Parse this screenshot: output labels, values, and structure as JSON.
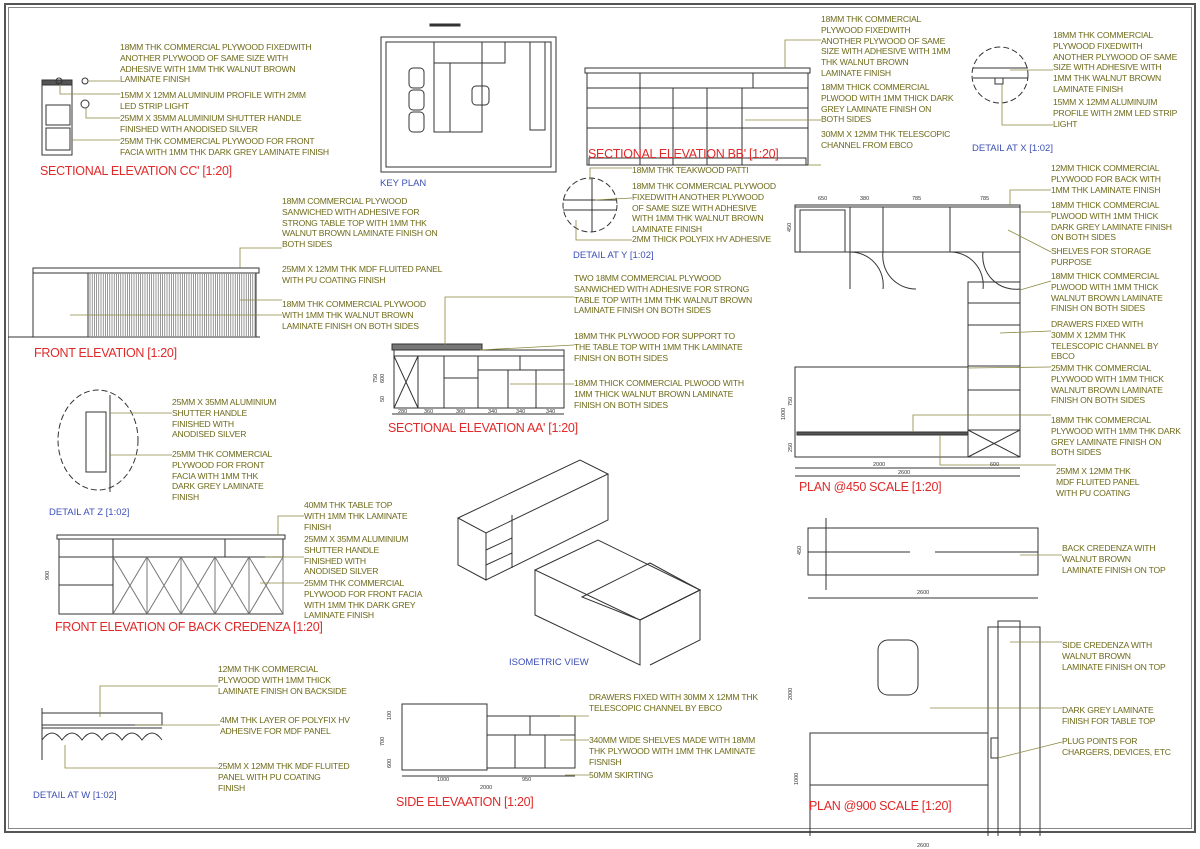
{
  "colors": {
    "note": "#6e6a1a",
    "title": "#e02a2a",
    "detail_title": "#3c4fb5",
    "line": "#333333"
  },
  "titles": {
    "cc": "SECTIONAL ELEVATION CC' [1:20]",
    "key": "KEY PLAN",
    "front": "FRONT ELEVATION [1:20]",
    "bb": "SECTIONAL ELEVATION BB' [1:20]",
    "detail_x": "DETAIL AT X [1:02]",
    "detail_y": "DETAIL AT Y [1:02]",
    "aa": "SECTIONAL ELEVATION AA' [1:20]",
    "plan450": "PLAN @450 SCALE [1:20]",
    "detail_z": "DETAIL AT Z [1:02]",
    "back_credenza": "FRONT ELEVATION OF BACK CREDENZA [1:20]",
    "iso": "ISOMETRIC VIEW",
    "detail_w": "DETAIL AT W [1:02]",
    "side": "SIDE ELEVAATION [1:20]",
    "plan900": "PLAN @900 SCALE [1:20]"
  },
  "notes": [
    "18MM THK COMMERCIAL PLYWOOD FIXEDWITH\nANOTHER PLYWOOD OF SAME SIZE WITH\nADHESIVE WITH 1MM THK WALNUT BROWN\nLAMINATE FINISH",
    "15MM X 12MM ALUMINUIM PROFILE WITH 2MM\nLED STRIP LIGHT",
    "25MM X 35MM ALUMINIUM SHUTTER HANDLE\nFINISHED WITH ANODISED SILVER",
    "25MM THK COMMERCIAL PLYWOOD FOR FRONT\nFACIA WITH 1MM THK DARK GREY LAMINATE FINISH",
    "18MM COMMERCIAL PLYWOOD\nSANWICHED WITH ADHESIVE FOR\nSTRONG TABLE TOP WITH 1MM THK\nWALNUT BROWN LAMINATE FINISH ON\nBOTH SIDES",
    "25MM X 12MM THK MDF FLUITED PANEL\nWITH PU COATING FINISH",
    "18MM THK COMMERCIAL PLYWOOD\nWITH 1MM THK WALNUT BROWN\nLAMINATE FINISH ON BOTH SIDES",
    "18MM THK COMMERCIAL\nPLYWOOD FIXEDWITH\nANOTHER PLYWOOD OF SAME\nSIZE WITH ADHESIVE WITH 1MM\nTHK WALNUT BROWN\nLAMINATE FINISH",
    "18MM THICK COMMERCIAL\nPLWOOD WITH 1MM THICK DARK\nGREY LAMINATE FINISH ON\nBOTH SIDES",
    "30MM X 12MM THK TELESCOPIC\nCHANNEL FROM EBCO",
    "18MM THK COMMERCIAL\nPLYWOOD FIXEDWITH\nANOTHER PLYWOOD OF SAME\nSIZE WITH ADHESIVE WITH\n1MM THK WALNUT BROWN\nLAMINATE FINISH",
    "15MM X 12MM ALUMINUIM\nPROFILE WITH 2MM LED STRIP\nLIGHT",
    "18MM THK TEAKWOOD PATTI",
    "18MM THK COMMERCIAL PLYWOOD\nFIXEDWITH ANOTHER PLYWOOD\nOF SAME SIZE WITH ADHESIVE\nWITH 1MM THK WALNUT BROWN\nLAMINATE FINISH",
    "2MM THICK POLYFIX HV ADHESIVE",
    "TWO 18MM COMMERCIAL PLYWOOD\nSANWICHED WITH ADHESIVE FOR STRONG\nTABLE TOP WITH 1MM THK WALNUT BROWN\nLAMINATE FINISH ON BOTH SIDES",
    "18MM THK PLYWOOD FOR SUPPORT TO\nTHE TABLE TOP WITH 1MM THK LAMINATE\nFINISH ON BOTH SIDES",
    "18MM THICK COMMERCIAL PLWOOD WITH\n1MM THICK WALNUT BROWN LAMINATE\nFINISH ON BOTH SIDES",
    "12MM THICK COMMERCIAL\nPLYWOOD FOR BACK WITH\n1MM THK LAMINATE FINISH",
    "18MM THICK COMMERCIAL\nPLWOOD WITH 1MM THICK\nDARK GREY LAMINATE FINISH\nON BOTH SIDES",
    "SHELVES FOR STORAGE\nPURPOSE",
    "18MM THICK COMMERCIAL\nPLWOOD WITH 1MM THICK\nWALNUT BROWN LAMINATE\nFINISH ON BOTH SIDES",
    "DRAWERS FIXED WITH\n30MM X 12MM THK\nTELESCOPIC CHANNEL BY\nEBCO",
    "25MM THK COMMERCIAL\nPLYWOOD WITH 1MM THICK\nWALNUT BROWN LAMINATE\nFINISH ON BOTH SIDES",
    "18MM THK COMMERCIAL\nPLYWOOD WITH 1MM THK DARK\nGREY LAMINATE FINISH ON\nBOTH SIDES",
    "25MM X 12MM THK\nMDF FLUITED PANEL\nWITH PU COATING",
    "25MM X 35MM ALUMINIUM\nSHUTTER HANDLE\nFINISHED WITH\nANODISED SILVER",
    "25MM THK COMMERCIAL\nPLYWOOD FOR FRONT\nFACIA WITH 1MM THK\nDARK GREY LAMINATE\nFINISH",
    "40MM THK TABLE TOP\nWITH 1MM THK LAMINATE\nFINISH",
    "25MM X 35MM ALUMINIUM\nSHUTTER HANDLE\nFINISHED WITH\nANODISED SILVER",
    "25MM THK COMMERCIAL\nPLYWOOD FOR FRONT FACIA\nWITH 1MM THK DARK GREY\nLAMINATE FINISH",
    "12MM THK COMMERCIAL\nPLYWOOD WITH 1MM THICK\nLAMINATE FINISH ON BACKSIDE",
    "4MM THK LAYER OF POLYFIX HV\nADHESIVE FOR MDF PANEL",
    "25MM X 12MM THK MDF FLUITED\nPANEL WITH PU COATING\nFINISH",
    "DRAWERS FIXED WITH 30MM X 12MM THK\nTELESCOPIC CHANNEL BY EBCO",
    "340MM WIDE SHELVES MADE WITH 18MM\nTHK PLYWOOD WITH 1MM THK LAMINATE\nFISNISH",
    "50MM SKIRTING",
    "BACK CREDENZA WITH\nWALNUT BROWN\nLAMINATE FINISH ON TOP",
    "SIDE CREDENZA WITH\nWALNUT BROWN\nLAMINATE FINISH ON TOP",
    "DARK GREY LAMINATE\nFINISH FOR TABLE TOP",
    "PLUG POINTS FOR\nCHARGERS, DEVICES, ETC"
  ],
  "dims": {
    "plan450": [
      "650",
      "380",
      "785",
      "785",
      "450",
      "1000",
      "750",
      "250",
      "2000",
      "600",
      "2600"
    ],
    "aa": [
      "280",
      "360",
      "360",
      "340",
      "340",
      "340",
      "750",
      "600",
      "50"
    ],
    "side": [
      "1000",
      "950",
      "2000",
      "700",
      "600",
      "100"
    ],
    "back_plan": [
      "2600",
      "450"
    ],
    "plan900": [
      "2600",
      "2000",
      "1000"
    ],
    "credenza": [
      "900"
    ]
  }
}
